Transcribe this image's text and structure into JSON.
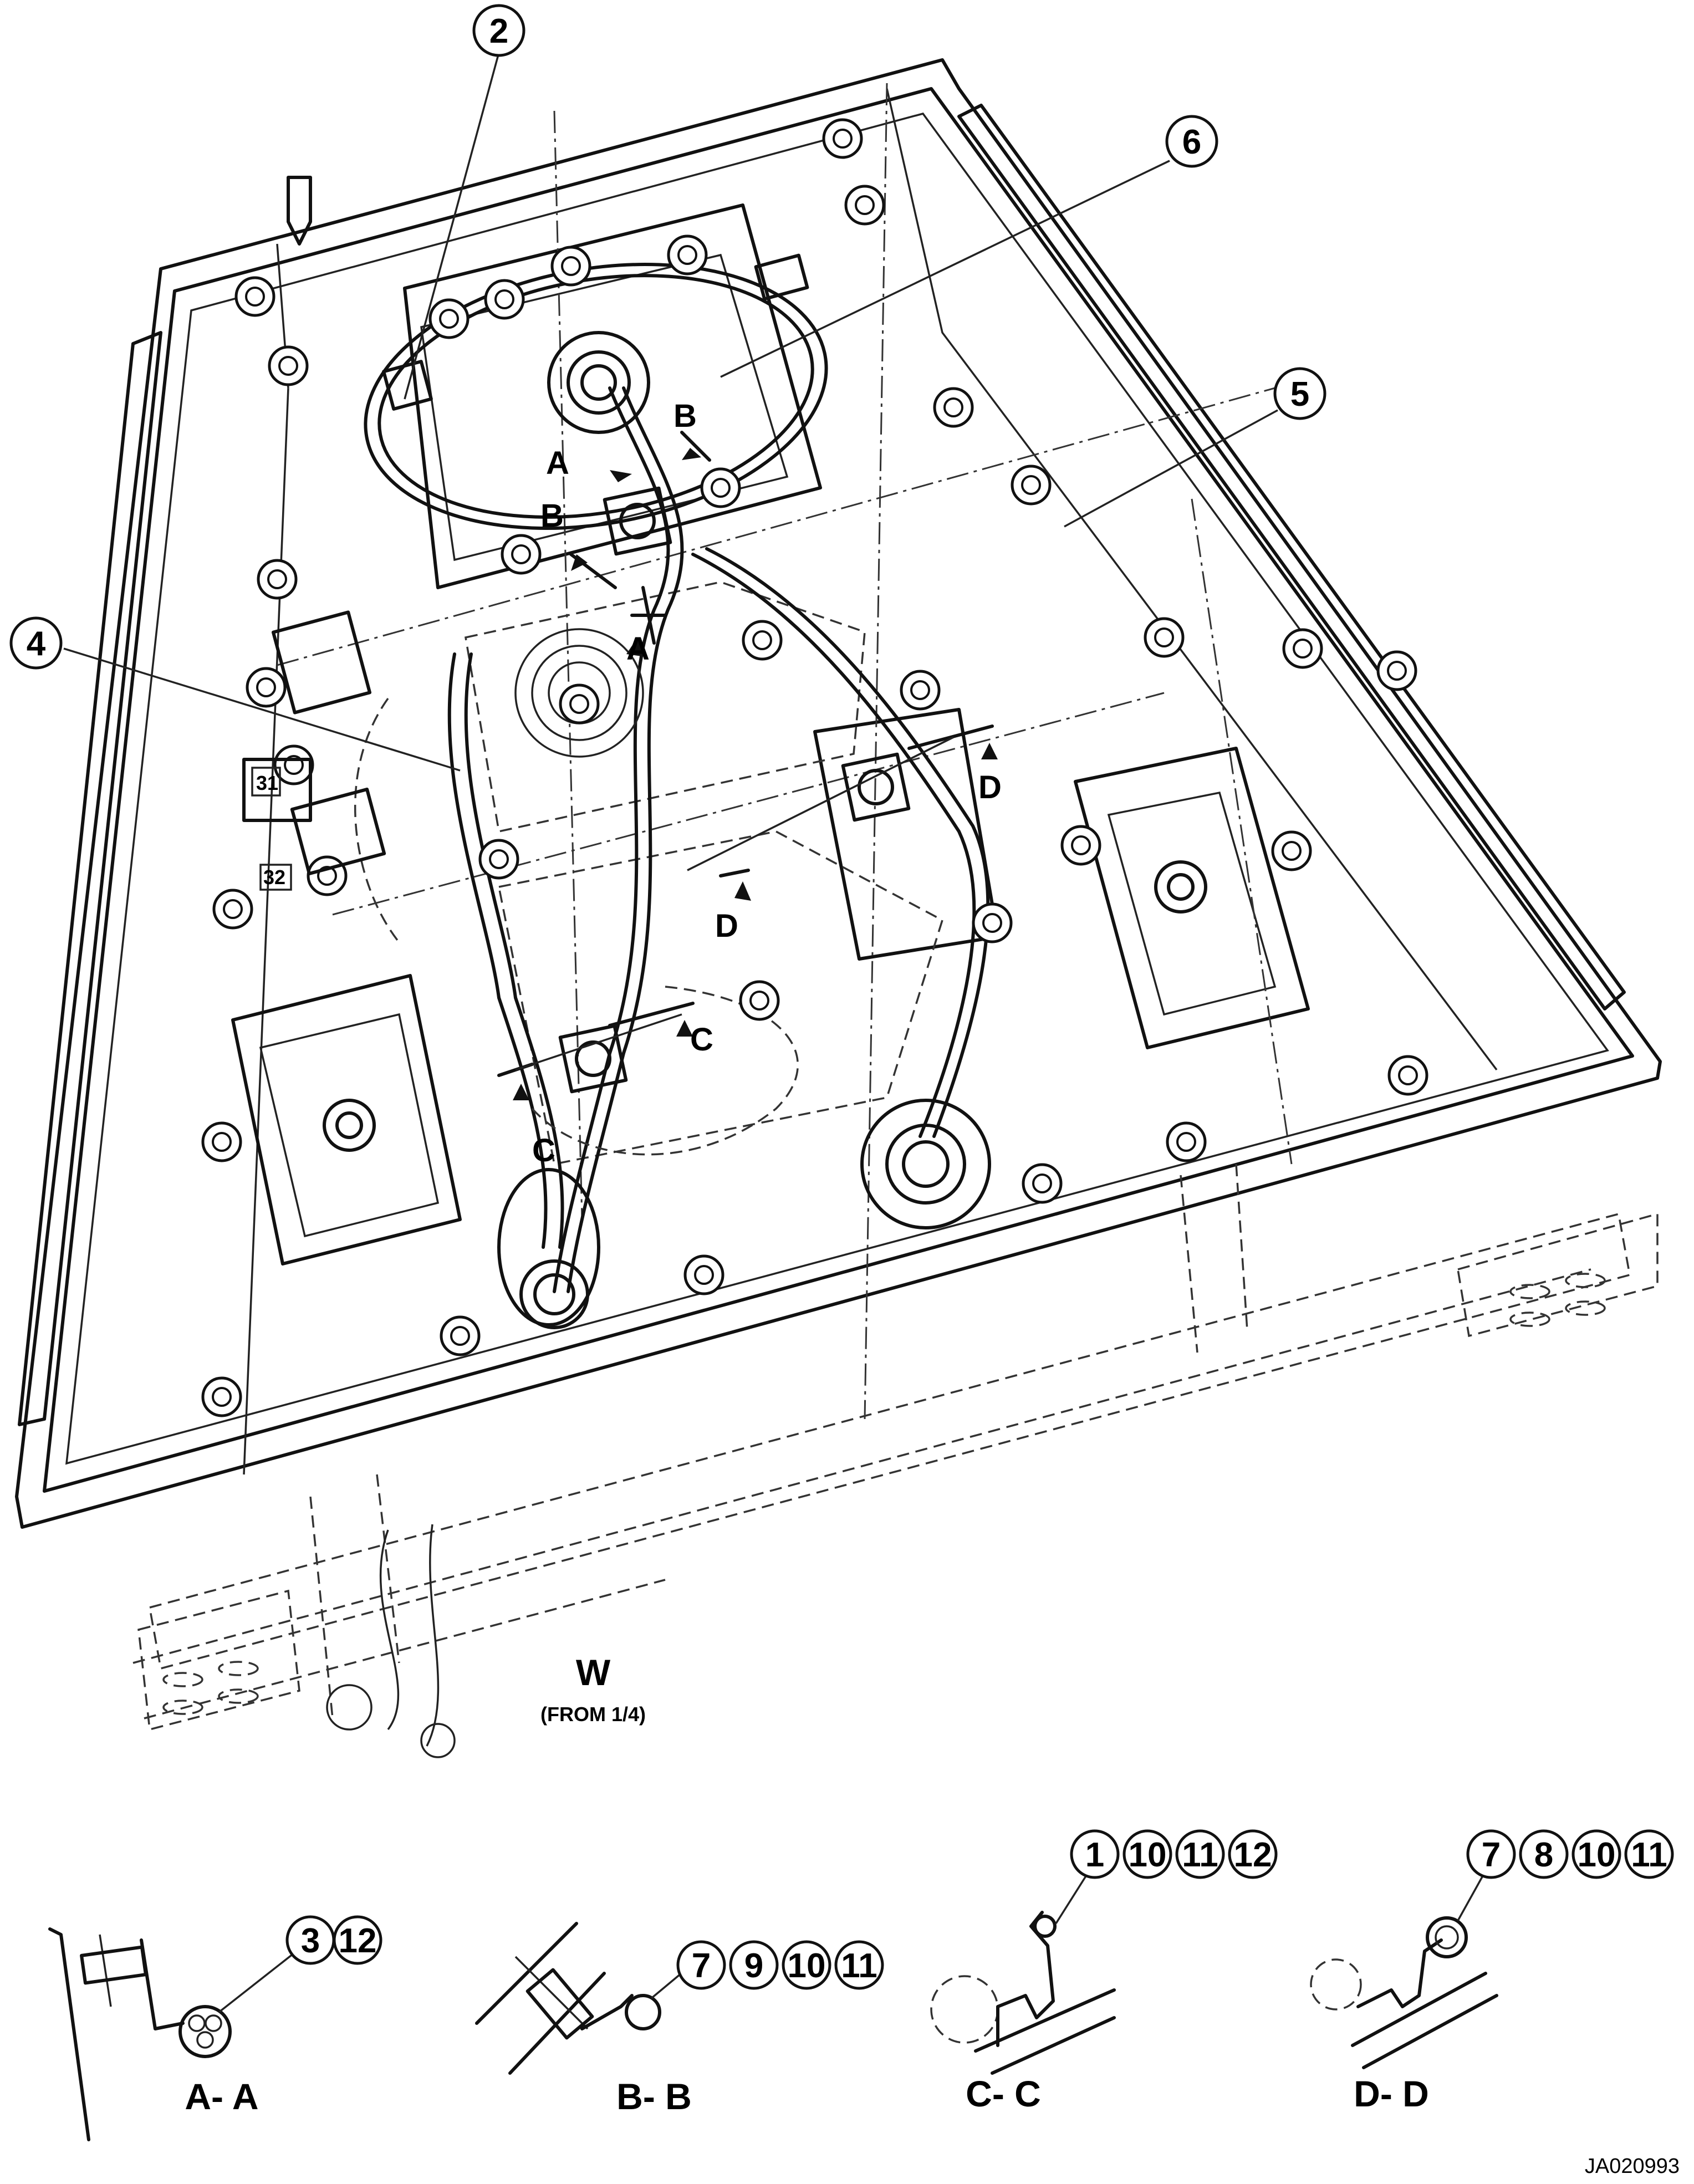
{
  "view": {
    "title": "W",
    "subtitle": "(FROM 1/4)"
  },
  "callouts": [
    "2",
    "6",
    "5",
    "4"
  ],
  "section_marks": [
    "A",
    "B",
    "C",
    "D"
  ],
  "sections": [
    {
      "label": "A- A",
      "items": [
        "3",
        "12"
      ]
    },
    {
      "label": "B- B",
      "items": [
        "7",
        "9",
        "10",
        "11"
      ]
    },
    {
      "label": "C- C",
      "items": [
        "1",
        "10",
        "11",
        "12"
      ]
    },
    {
      "label": "D- D",
      "items": [
        "7",
        "8",
        "10",
        "11"
      ]
    }
  ],
  "connector_labels": [
    "31",
    "32"
  ],
  "drawing_id": "JA020993"
}
